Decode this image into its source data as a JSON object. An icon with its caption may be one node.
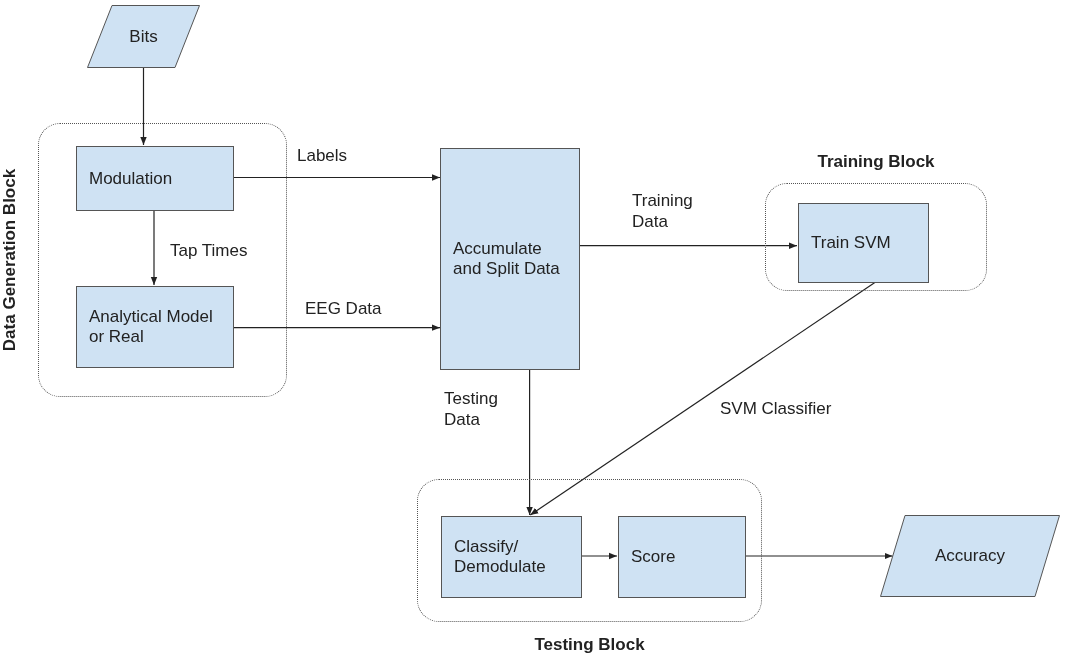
{
  "diagram": {
    "nodes": [
      {
        "text": [
          "Bits"
        ]
      },
      {
        "text": [
          "Data Generation Block"
        ]
      },
      {
        "text": [
          "Modulation"
        ],
        "in": 1
      },
      {
        "text": [
          "Analytical Model or Real"
        ],
        "in": 1
      },
      {
        "text": [
          "Accumulate and Split Data"
        ]
      },
      {
        "text": [
          "Training Block"
        ]
      },
      {
        "text": [
          "Train SVM"
        ],
        "in": 5
      },
      {
        "text": [
          "Testing Block"
        ]
      },
      {
        "text": [
          "Classify/ Demodulate"
        ],
        "in": 7
      },
      {
        "text": [
          "Score"
        ],
        "in": 7
      },
      {
        "text": [
          "Accuracy"
        ]
      }
    ],
    "edges": [
      {
        "from": 0,
        "to": 2,
        "arrow": "to"
      },
      {
        "from": 2,
        "to": 3,
        "arrow": "to",
        "label": "Tap Times"
      },
      {
        "from": 2,
        "to": 4,
        "arrow": "to",
        "label": "Labels"
      },
      {
        "from": 3,
        "to": 4,
        "arrow": "to",
        "label": "EEG Data"
      },
      {
        "from": 4,
        "to": 6,
        "arrow": "to",
        "label": "Training Data"
      },
      {
        "from": 4,
        "to": 8,
        "arrow": "to",
        "label": "Testing Data"
      },
      {
        "from": 6,
        "to": 8,
        "arrow": "to",
        "label": "SVM Classifier"
      },
      {
        "from": 8,
        "to": 9,
        "arrow": "to"
      },
      {
        "from": 9,
        "to": 10,
        "arrow": "to"
      }
    ]
  }
}
